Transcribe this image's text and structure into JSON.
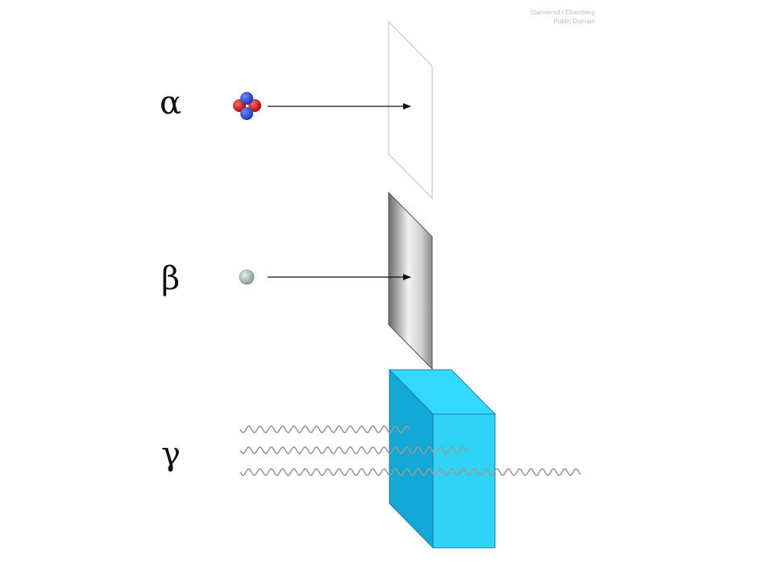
{
  "credit": {
    "line1": "Stannered / Ehamberg",
    "line2": "Public Domain"
  },
  "rows": {
    "alpha": {
      "label": "α"
    },
    "beta": {
      "label": "β"
    },
    "gamma": {
      "label": "γ"
    }
  },
  "colors": {
    "paper_stroke": "#c8c8c8",
    "aluminium_dark": "#6f6f6f",
    "aluminium_light": "#f4f4f4",
    "lead_front": "#2fd3f5",
    "lead_side": "#12a9d6",
    "lead_top": "#33d9ff",
    "wave": "#9a9a9a",
    "proton": "#d01818",
    "neutron": "#2f4fd8",
    "electron": "#a9c0bc"
  }
}
